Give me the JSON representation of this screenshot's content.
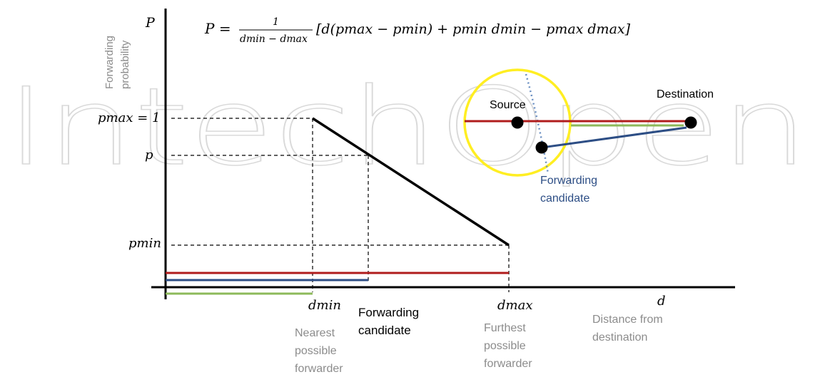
{
  "watermark": "IntechOpen",
  "formula": {
    "lhs": "P = ",
    "frac_num": "1",
    "frac_den": "dmin − dmax",
    "rhs": "[d(pmax − pmin) + pmin dmin − pmax dmax]"
  },
  "y_axis": {
    "symbol": "P",
    "title_line1": "Forwarding",
    "title_line2": "probability",
    "ticks": {
      "pmax": "pmax = 1",
      "p": "p",
      "pmin": "pmin"
    }
  },
  "x_axis": {
    "ticks": {
      "dmin": "dmin",
      "dmax": "dmax",
      "d": "d"
    },
    "labels": {
      "forwarding_candidate_line1": "Forwarding",
      "forwarding_candidate_line2": "candidate",
      "nearest_line1": "Nearest",
      "nearest_line2": "possible",
      "nearest_line3": "forwarder",
      "furthest_line1": "Furthest",
      "furthest_line2": "possible",
      "furthest_line3": "forwarder",
      "distance_line1": "Distance from",
      "distance_line2": "destination"
    }
  },
  "inset": {
    "source_label": "Source",
    "destination_label": "Destination",
    "candidate_line1": "Forwarding",
    "candidate_line2": "candidate"
  },
  "colors": {
    "red": "#b01c1c",
    "blue": "#2d4e85",
    "green": "#8db95a",
    "yellow": "#ffee22",
    "dotted": "#6a8fc2",
    "gray_text": "#8c8c8c",
    "watermark": "#d9d9d9"
  }
}
